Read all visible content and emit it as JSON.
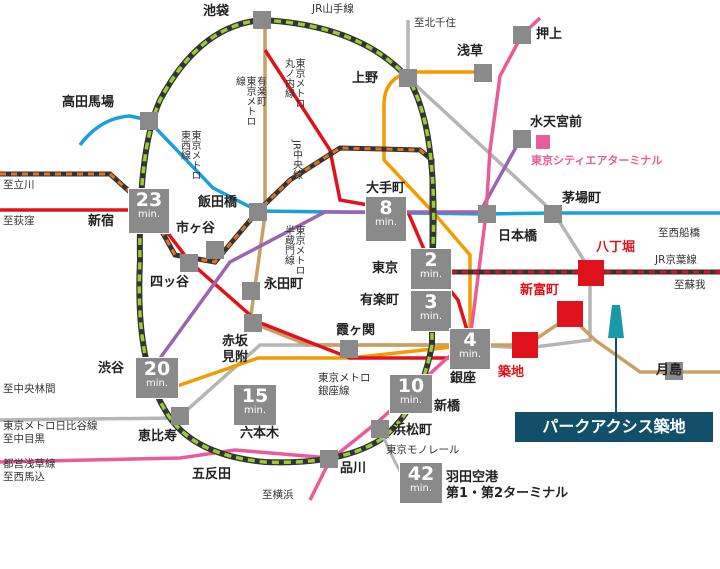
{
  "map": {
    "property": "パークアクシス築地",
    "stations": {
      "ikebukuro": "池袋",
      "takadanobaba": "高田馬場",
      "shinjuku": "新宿",
      "ichigaya": "市ヶ谷",
      "iidabashi": "飯田橋",
      "yotsuya": "四ッ谷",
      "nagatacho": "永田町",
      "akasaka_mitsuke": "赤坂\n見附",
      "shibuya": "渋谷",
      "ebisu": "恵比寿",
      "gotanda": "五反田",
      "roppongi": "六本木",
      "shinagawa": "品川",
      "hamamatsucho": "浜松町",
      "shimbashi": "新橋",
      "ginza": "銀座",
      "yurakucho": "有楽町",
      "tokyo": "東京",
      "otemachi": "大手町",
      "kasumigaseki": "霞ヶ関",
      "nihombashi": "日本橋",
      "kayabacho": "茅場町",
      "hatchobori": "八丁堀",
      "shintomicho": "新富町",
      "tsukiji": "築地",
      "tsukishima": "月島",
      "ueno": "上野",
      "asakusa": "浅草",
      "oshiage": "押上",
      "suitengumae": "水天宮前",
      "haneda": "羽田空港\n第1・第2ターミナル"
    },
    "lines": {
      "yamanote": "JR山手線",
      "marunouchi": "東京メトロ\n丸ノ内線",
      "yurakucho": "有楽町\n東京メトロ\n線",
      "tozai": "東京メトロ\n東西線",
      "chuo": "JR中央線",
      "hanzomon": "東京メトロ\n半蔵門線",
      "ginza": "東京メトロ\n銀座線",
      "monorail": "東京モノレール",
      "hibiya": "東京メトロ日比谷線\n至中目黒",
      "keiyo": "JR京葉線",
      "city_air": "東京シティエアターミナル"
    },
    "directions": {
      "kita_senju": "至北千住",
      "tachikawa": "至立川",
      "ogikubo": "至荻窪",
      "nishi_funabashi": "至西船橋",
      "soga": "至蘇我",
      "chuo_rinkan": "至中央林間",
      "nishi_magome": "都営浅草線\n至西馬込",
      "yokohama": "至横浜"
    },
    "minutes": {
      "unit": "min.",
      "shinjuku": "23",
      "otemachi": "8",
      "tokyo": "2",
      "yurakucho": "3",
      "ginza": "4",
      "shibuya": "20",
      "roppongi": "15",
      "shimbashi": "10",
      "haneda": "42"
    },
    "colors": {
      "yamanote": "#9acd32",
      "chuo": "#e8701f",
      "marunouchi": "#e0131c",
      "yurakucho_line": "#c9a063",
      "tozai": "#1aa0dc",
      "hibiya": "#b5b5b5",
      "asakusa": "#e85d98",
      "hanzomon": "#9b64b0",
      "ginza_line": "#f39c00",
      "station": "#8a8a8a",
      "highlight": "#e0131c",
      "banner": "#12506a"
    }
  }
}
